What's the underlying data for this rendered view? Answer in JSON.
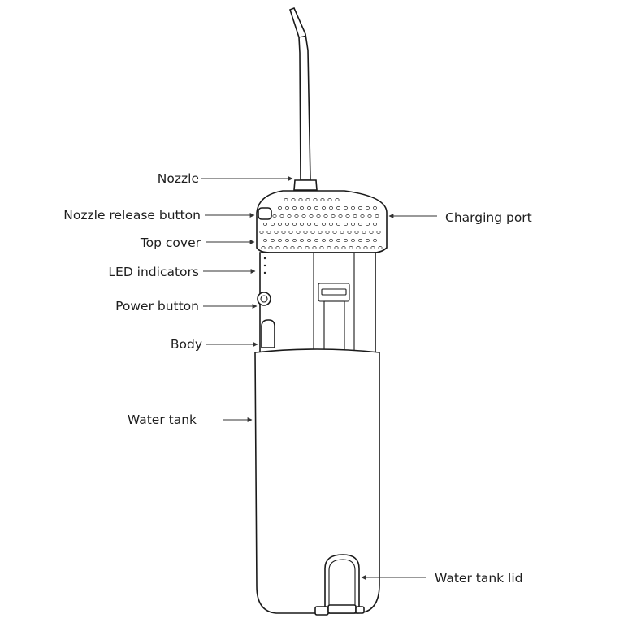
{
  "labels": {
    "nozzle": "Nozzle",
    "nozzle_release_button": "Nozzle release button",
    "top_cover": "Top cover",
    "led_indicators": "LED indicators",
    "power_button": "Power button",
    "body": "Body",
    "water_tank": "Water tank",
    "charging_port": "Charging port",
    "water_tank_lid": "Water tank lid"
  },
  "colors": {
    "line": "#1a1a1a",
    "text": "#1e1e1e",
    "background": "#ffffff"
  }
}
